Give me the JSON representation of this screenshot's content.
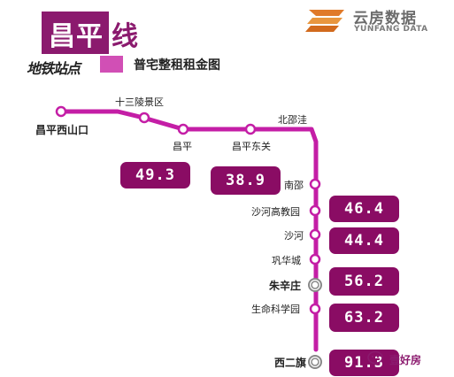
{
  "title": {
    "line_name": "昌平",
    "line_suffix": "线"
  },
  "subtitle": "地铁站点",
  "chart_title": "普宅整租租金图",
  "brand": {
    "name_cn": "云房数据",
    "name_en": "YUNFANG DATA",
    "color": "#6b6b6b"
  },
  "watermark": "壹好房",
  "colors": {
    "line": "#c41ea6",
    "badge": "#8a0c64",
    "title_block": "#8b1a6e"
  },
  "stations": [
    {
      "name": "昌平西山口",
      "bold": true
    },
    {
      "name": "十三陵景区",
      "bold": false
    },
    {
      "name": "昌平",
      "bold": false
    },
    {
      "name": "昌平东关",
      "bold": false
    },
    {
      "name": "北邵洼",
      "bold": false
    },
    {
      "name": "南邵",
      "bold": false
    },
    {
      "name": "沙河高教园",
      "bold": false
    },
    {
      "name": "沙河",
      "bold": false
    },
    {
      "name": "巩华城",
      "bold": false
    },
    {
      "name": "朱辛庄",
      "bold": true,
      "transfer": true
    },
    {
      "name": "生命科学园",
      "bold": false
    },
    {
      "name": "西二旗",
      "bold": true,
      "transfer": true
    }
  ],
  "rents": [
    {
      "label": "49.3"
    },
    {
      "label": "38.9"
    },
    {
      "label": "46.4"
    },
    {
      "label": "44.4"
    },
    {
      "label": "56.2"
    },
    {
      "label": "63.2"
    },
    {
      "label": "91.3"
    }
  ]
}
